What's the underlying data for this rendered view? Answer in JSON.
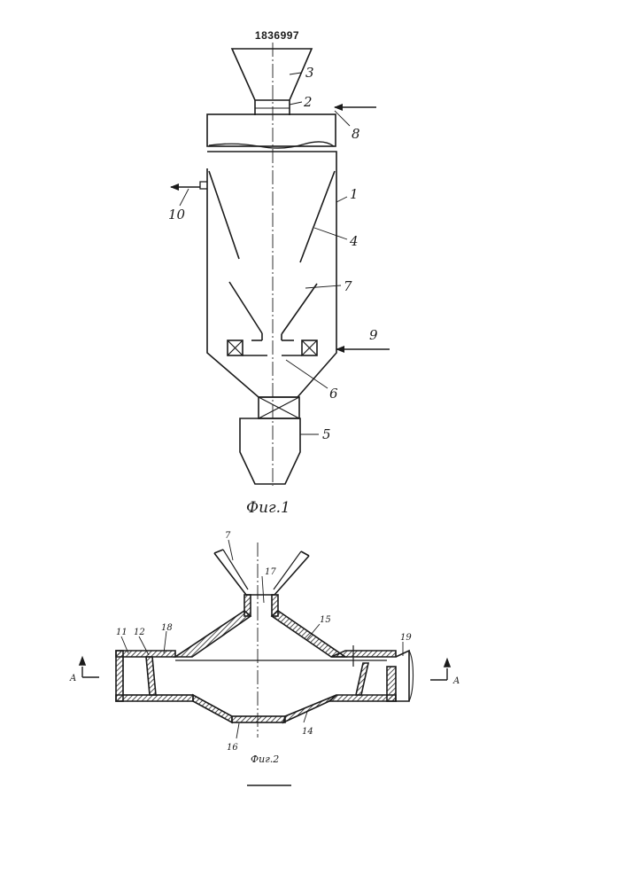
{
  "document": {
    "patent_number": "1836997"
  },
  "figure1": {
    "caption": "Фиг.1",
    "labels": {
      "l1": "1",
      "l2": "2",
      "l3": "3",
      "l4": "4",
      "l5": "5",
      "l6": "6",
      "l7": "7",
      "l8": "8",
      "l9": "9",
      "l10": "10"
    }
  },
  "figure2": {
    "caption": "Фиг.2",
    "section_mark": "A",
    "labels": {
      "l7": "7",
      "l11": "11",
      "l12": "12",
      "l14": "14",
      "l15": "15",
      "l16": "16",
      "l17": "17",
      "l18": "18",
      "l19": "19"
    }
  }
}
